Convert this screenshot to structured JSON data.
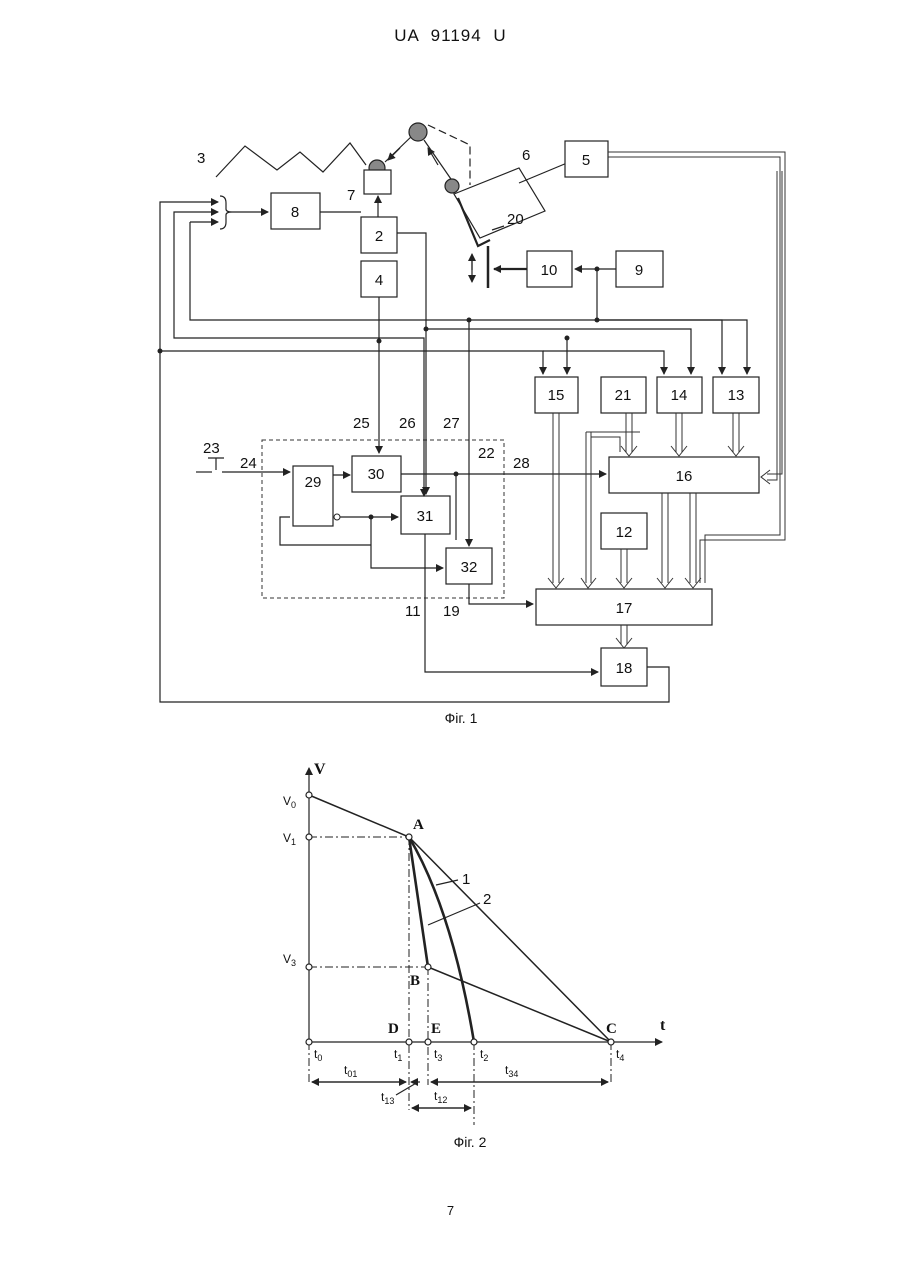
{
  "header": "UA 91194 U",
  "page_number": "7",
  "figure1": {
    "caption": "Фіг. 1",
    "blocks": [
      "2",
      "4",
      "5",
      "8",
      "9",
      "10",
      "12",
      "13",
      "14",
      "15",
      "16",
      "17",
      "18",
      "21",
      "29",
      "30",
      "31",
      "32"
    ],
    "labels": [
      "3",
      "6",
      "7",
      "11",
      "19",
      "20",
      "22",
      "23",
      "24",
      "25",
      "26",
      "27",
      "28"
    ]
  },
  "figure2": {
    "caption": "Фіг. 2",
    "y_axis": "V",
    "x_axis": "t",
    "y_ticks": [
      "V0",
      "V1",
      "V3"
    ],
    "x_ticks": [
      "t0",
      "t1",
      "t3",
      "t2",
      "t4"
    ],
    "points": [
      "A",
      "B",
      "C",
      "D",
      "E"
    ],
    "curves": [
      "1",
      "2"
    ],
    "intervals": [
      "t01",
      "t13",
      "t12",
      "t34"
    ]
  }
}
